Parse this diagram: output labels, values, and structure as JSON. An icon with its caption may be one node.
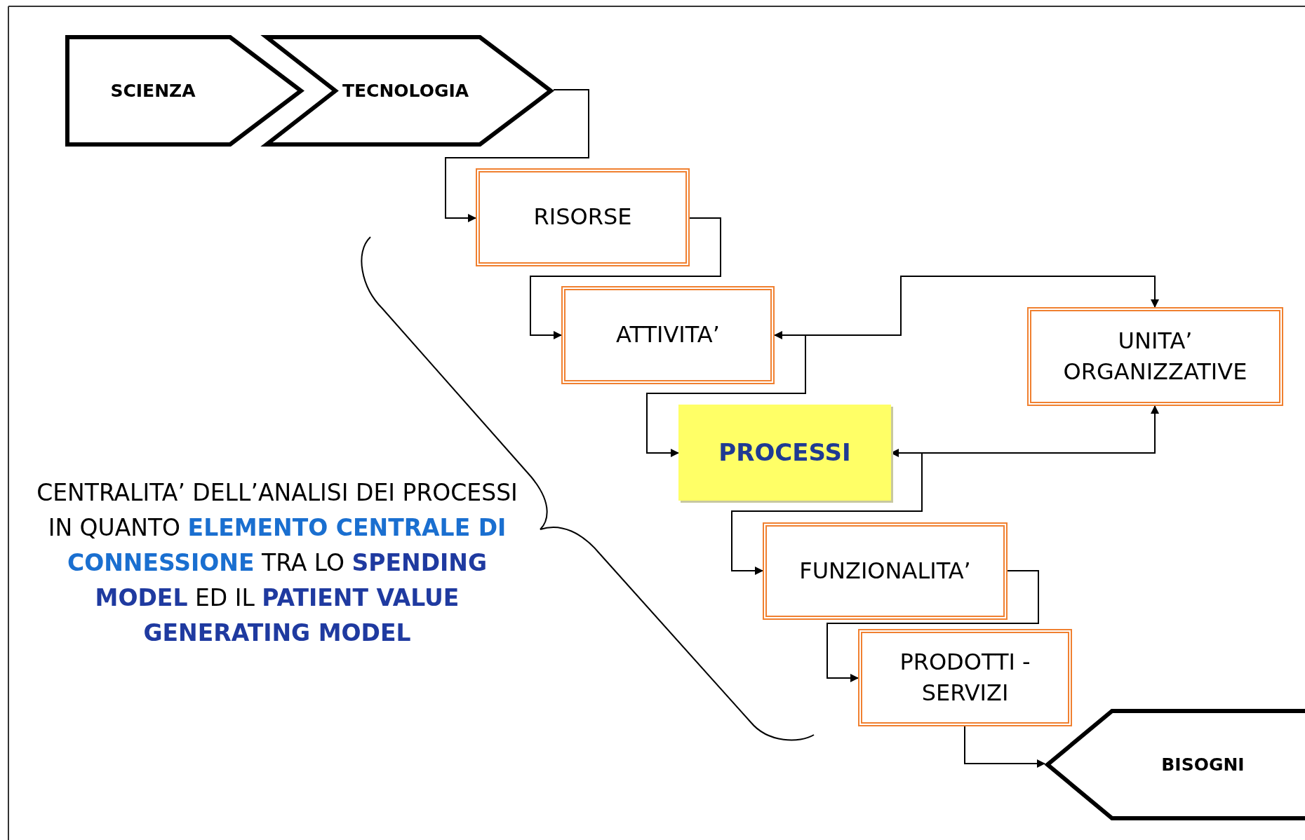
{
  "diagram": {
    "nodes": [
      {
        "text": [
          "SCIENZA"
        ]
      },
      {
        "text": [
          "TECNOLOGIA"
        ]
      },
      {
        "text": [
          "RISORSE"
        ]
      },
      {
        "text": [
          "ATTIVITA’"
        ]
      },
      {
        "text": [
          "UNITA’ ORGANIZZATIVE"
        ]
      },
      {
        "text": [
          "PROCESSI"
        ]
      },
      {
        "text": [
          "FUNZIONALITA’"
        ]
      },
      {
        "text": [
          "PRODOTTI - SERVIZI"
        ]
      },
      {
        "text": [
          "BISOGNI"
        ]
      }
    ],
    "edges": [
      {
        "from": 1,
        "to": 2,
        "arrow": "to"
      },
      {
        "from": 2,
        "to": 3,
        "arrow": "to"
      },
      {
        "from": 3,
        "to": 5,
        "arrow": "to"
      },
      {
        "from": 3,
        "to": 4,
        "arrow": "both"
      },
      {
        "from": 5,
        "to": 4,
        "arrow": "both"
      },
      {
        "from": 5,
        "to": 6,
        "arrow": "to"
      },
      {
        "from": 6,
        "to": 7,
        "arrow": "to"
      },
      {
        "from": 7,
        "to": 8,
        "arrow": "to"
      }
    ],
    "labels": [
      "CENTRALITA’ DELL’ANALISI DEI PROCESSI IN QUANTO",
      "ELEMENTO CENTRALE DI CONNESSIONE",
      "TRA LO",
      "SPENDING MODEL",
      "ED IL",
      "PATIENT VALUE GENERATING MODEL"
    ]
  }
}
